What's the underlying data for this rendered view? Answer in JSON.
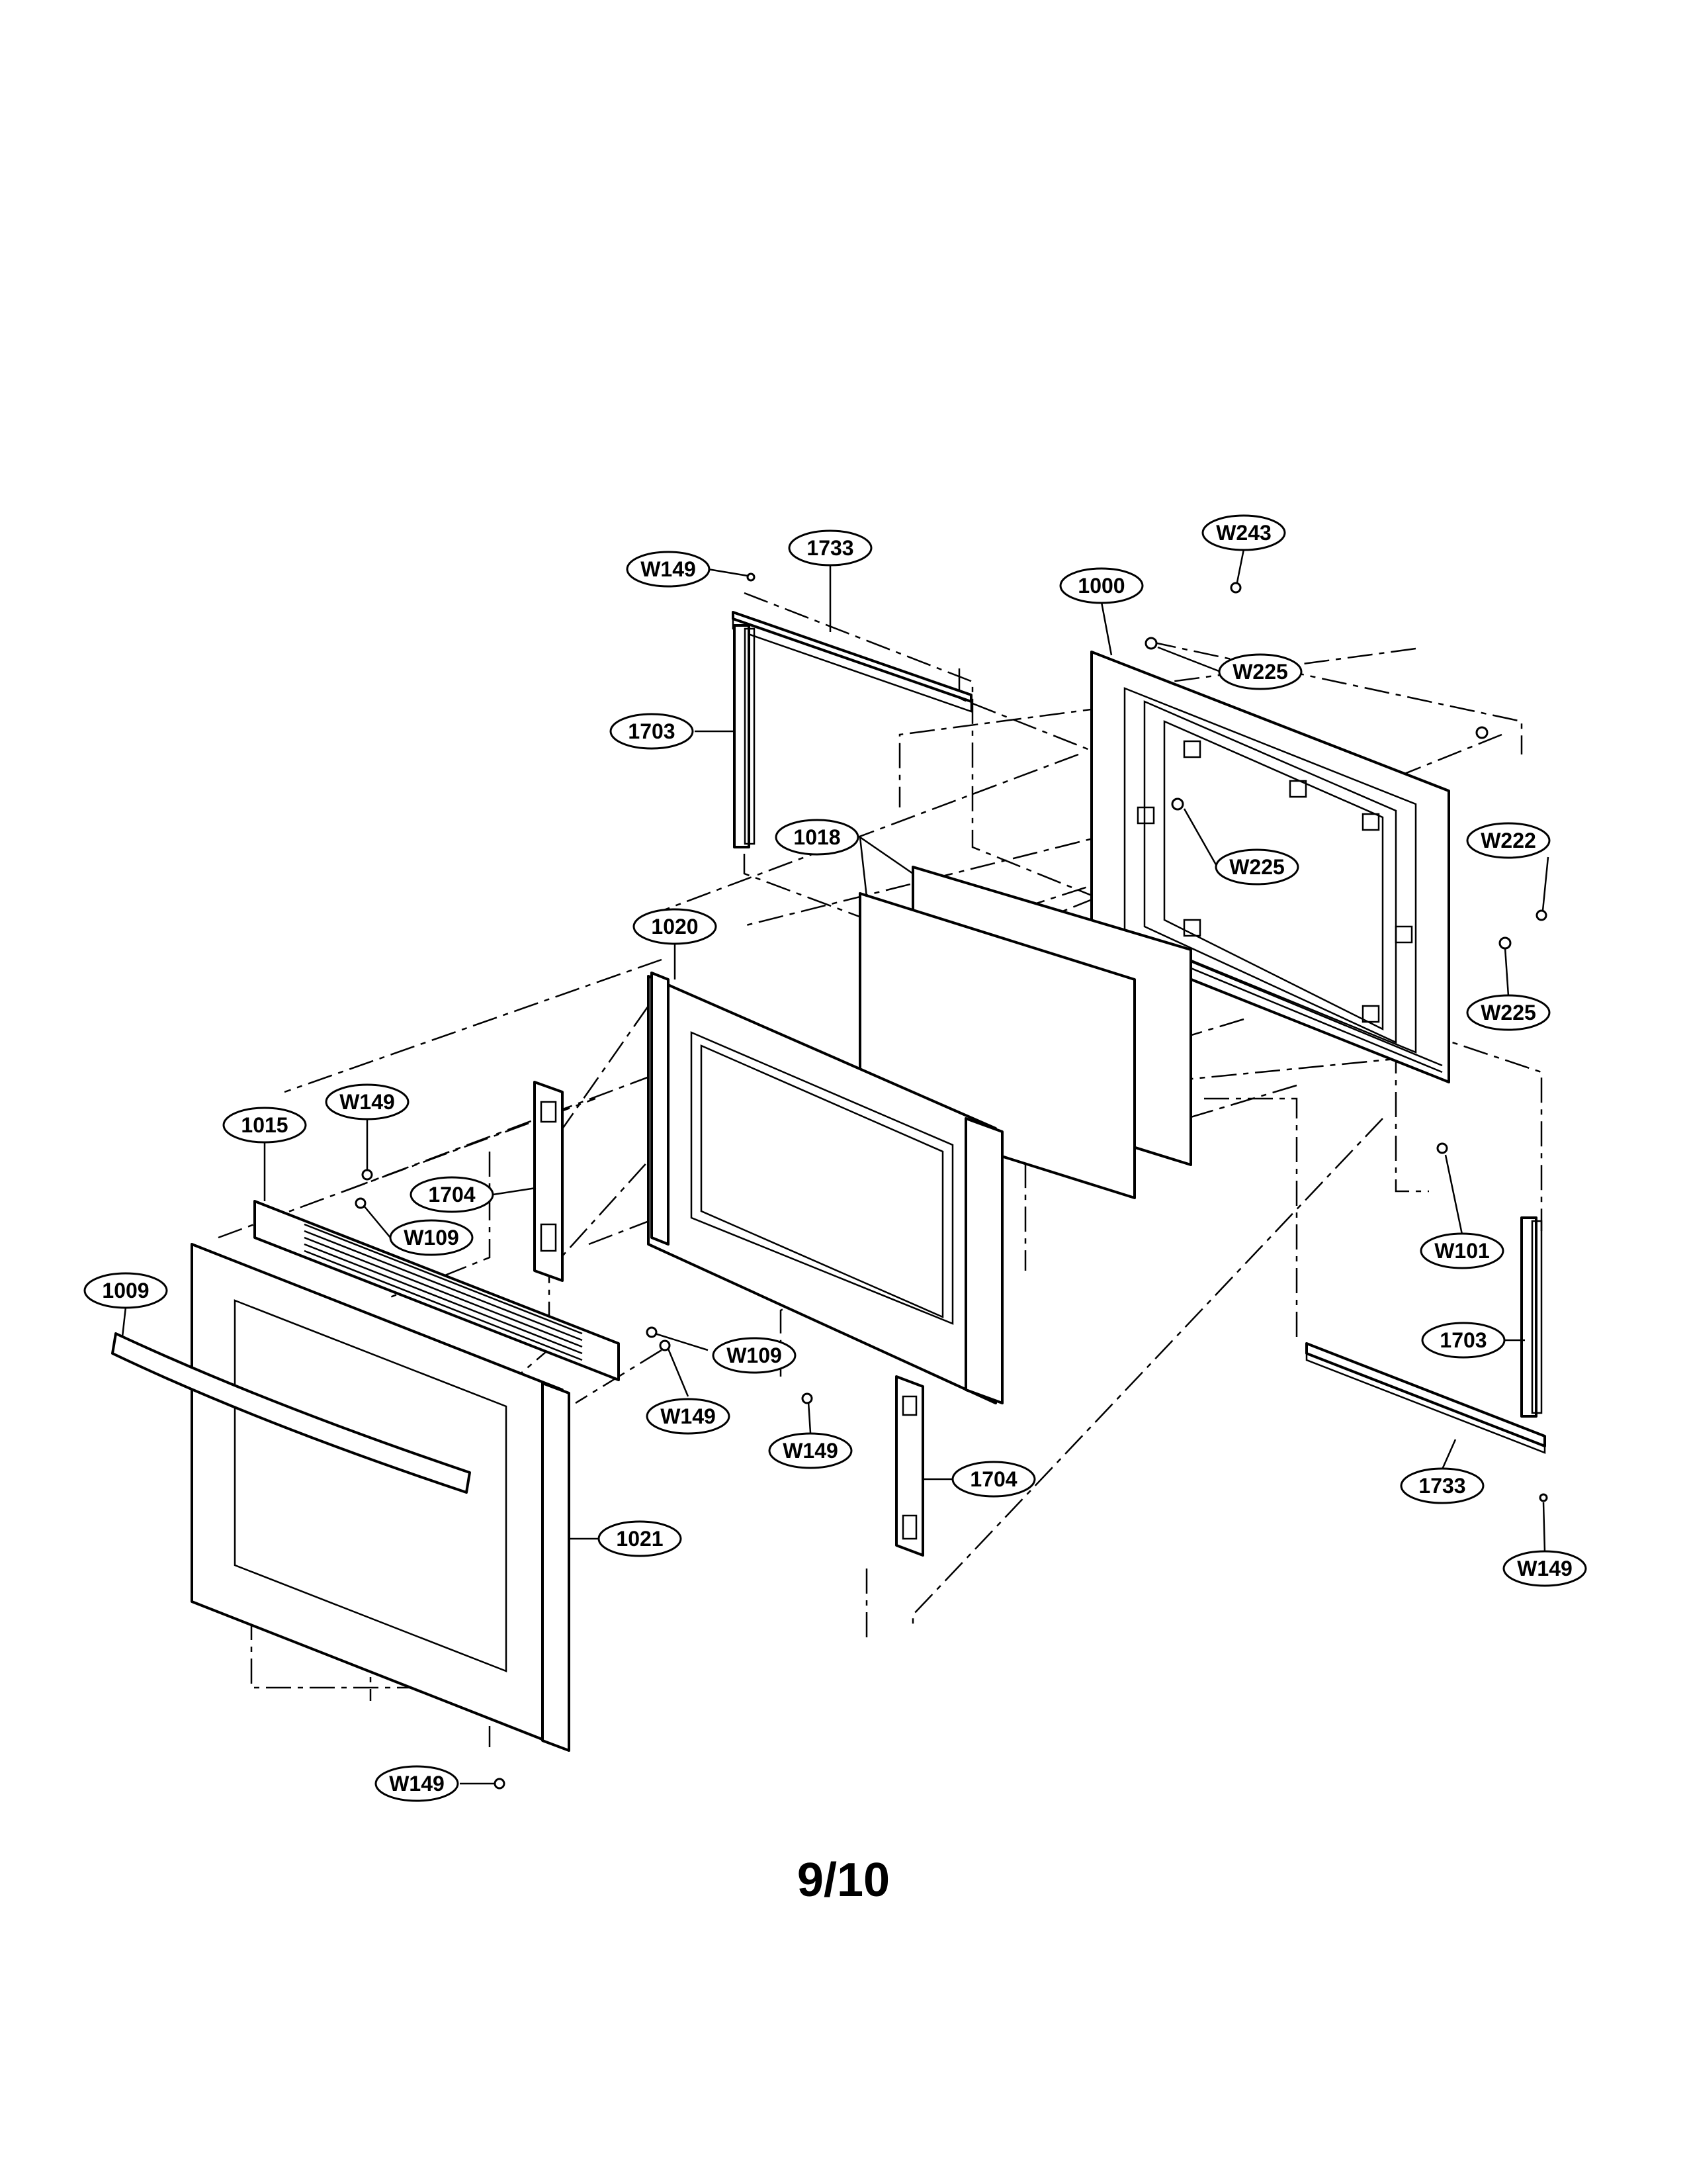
{
  "diagram": {
    "callouts": [
      {
        "id": "w149-top",
        "label": "W149"
      },
      {
        "id": "1733-top",
        "label": "1733"
      },
      {
        "id": "w243",
        "label": "W243"
      },
      {
        "id": "1000",
        "label": "1000"
      },
      {
        "id": "w225-top",
        "label": "W225"
      },
      {
        "id": "1703-left",
        "label": "1703"
      },
      {
        "id": "1018",
        "label": "1018"
      },
      {
        "id": "w225-mid",
        "label": "W225"
      },
      {
        "id": "w222",
        "label": "W222"
      },
      {
        "id": "1020",
        "label": "1020"
      },
      {
        "id": "w225-right",
        "label": "W225"
      },
      {
        "id": "w149-1015",
        "label": "W149"
      },
      {
        "id": "1015",
        "label": "1015"
      },
      {
        "id": "1704-left",
        "label": "1704"
      },
      {
        "id": "w109-left",
        "label": "W109"
      },
      {
        "id": "w101",
        "label": "W101"
      },
      {
        "id": "1009",
        "label": "1009"
      },
      {
        "id": "1703-right",
        "label": "1703"
      },
      {
        "id": "w109-right",
        "label": "W109"
      },
      {
        "id": "w149-right",
        "label": "W149"
      },
      {
        "id": "w149-center",
        "label": "W149"
      },
      {
        "id": "1704-right",
        "label": "1704"
      },
      {
        "id": "1733-bottom",
        "label": "1733"
      },
      {
        "id": "1021",
        "label": "1021"
      },
      {
        "id": "w149-bottom-right",
        "label": "W149"
      },
      {
        "id": "w149-bottom",
        "label": "W149"
      }
    ]
  },
  "page": {
    "number": "9/10"
  }
}
